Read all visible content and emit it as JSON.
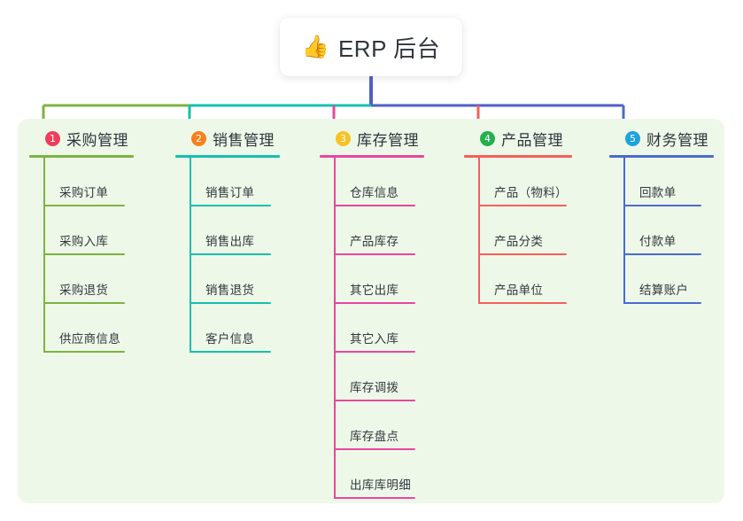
{
  "root": {
    "icon": "thumbs-up-icon",
    "icon_glyph": "👍",
    "title": "ERP 后台"
  },
  "palette": {
    "panel_background": "#eef8e8",
    "page_background": "#ffffff",
    "trunk": "#4f5fc4",
    "text": "#31353d"
  },
  "columns": [
    {
      "index": "1",
      "badge_color": "#ef3e5c",
      "line_color": "#7cb342",
      "title": "采购管理",
      "items": [
        {
          "label": "采购订单"
        },
        {
          "label": "采购入库"
        },
        {
          "label": "采购退货"
        },
        {
          "label": "供应商信息"
        }
      ]
    },
    {
      "index": "2",
      "badge_color": "#f5821f",
      "line_color": "#16c0ad",
      "title": "销售管理",
      "items": [
        {
          "label": "销售订单"
        },
        {
          "label": "销售出库"
        },
        {
          "label": "销售退货"
        },
        {
          "label": "客户信息"
        }
      ]
    },
    {
      "index": "3",
      "badge_color": "#f7c325",
      "line_color": "#e8479f",
      "title": "库存管理",
      "items": [
        {
          "label": "仓库信息"
        },
        {
          "label": "产品库存"
        },
        {
          "label": "其它出库"
        },
        {
          "label": "其它入库"
        },
        {
          "label": "库存调拨"
        },
        {
          "label": "库存盘点"
        },
        {
          "label": "出库库明细"
        }
      ]
    },
    {
      "index": "4",
      "badge_color": "#27ae4f",
      "line_color": "#f4605c",
      "title": "产品管理",
      "items": [
        {
          "label": "产品（物料）"
        },
        {
          "label": "产品分类"
        },
        {
          "label": "产品单位"
        }
      ]
    },
    {
      "index": "5",
      "badge_color": "#1ca3e0",
      "line_color": "#4a6bd0",
      "title": "财务管理",
      "items": [
        {
          "label": "回款单"
        },
        {
          "label": "付款单"
        },
        {
          "label": "结算账户"
        }
      ]
    }
  ]
}
